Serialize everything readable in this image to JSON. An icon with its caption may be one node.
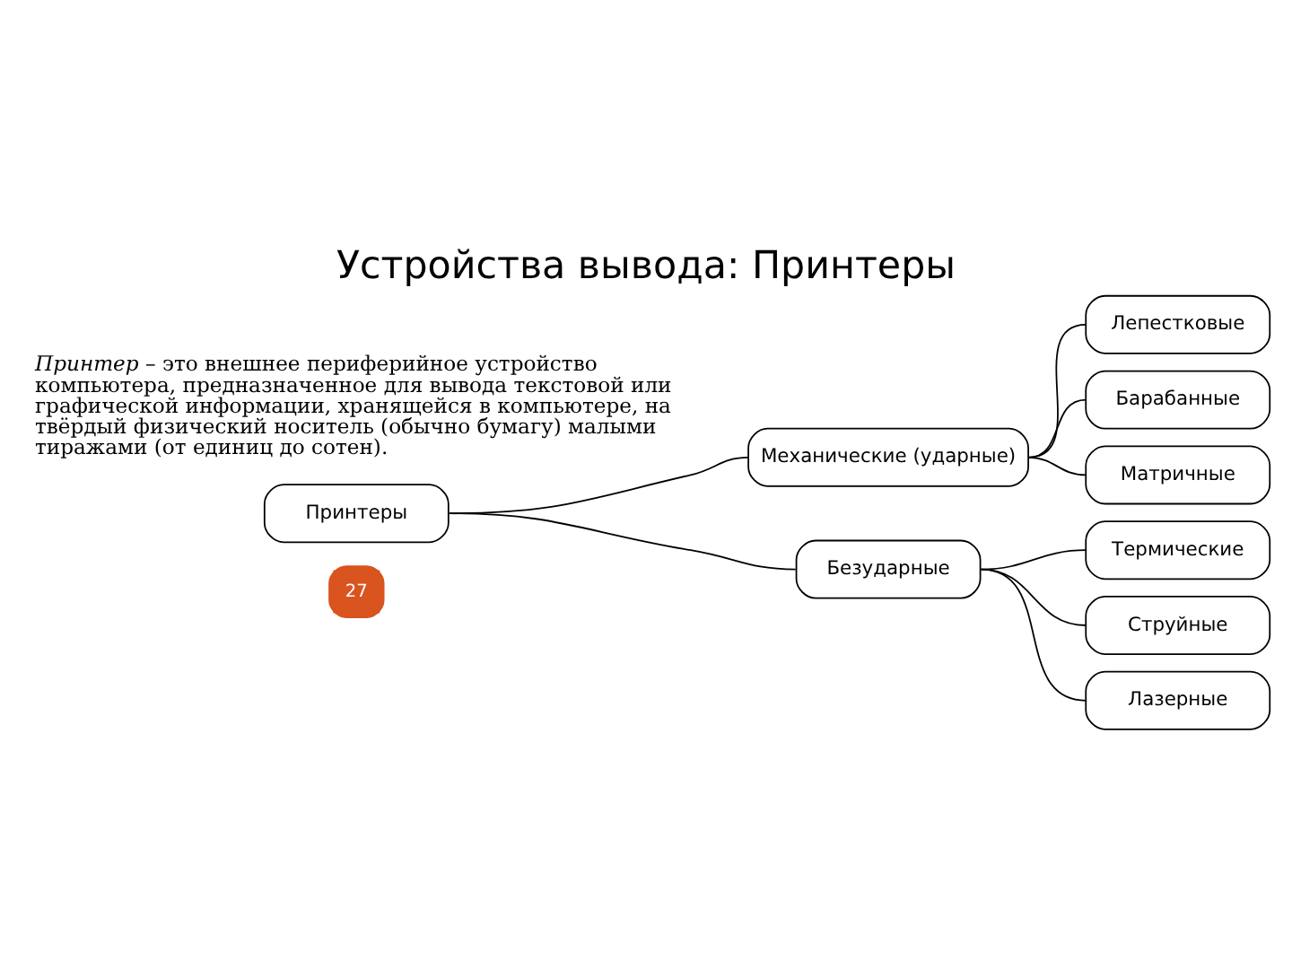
{
  "diagram": {
    "title": "Устройства вывода: Принтеры",
    "nodes": [
      {
        "text": [
          "Принтеры"
        ]
      },
      {
        "text": [
          "Механические (ударные)"
        ]
      },
      {
        "text": [
          "Безударные"
        ]
      },
      {
        "text": [
          "Лепестковые"
        ]
      },
      {
        "text": [
          "Барабанные"
        ]
      },
      {
        "text": [
          "Матричные"
        ]
      },
      {
        "text": [
          "Термические"
        ]
      },
      {
        "text": [
          "Струйные"
        ]
      },
      {
        "text": [
          "Лазерные"
        ]
      }
    ],
    "edges": [
      {
        "from": 0,
        "to": 1,
        "arrow": "none"
      },
      {
        "from": 0,
        "to": 2,
        "arrow": "none"
      },
      {
        "from": 1,
        "to": 3,
        "arrow": "none"
      },
      {
        "from": 1,
        "to": 4,
        "arrow": "none"
      },
      {
        "from": 1,
        "to": 5,
        "arrow": "none"
      },
      {
        "from": 2,
        "to": 6,
        "arrow": "none"
      },
      {
        "from": 2,
        "to": 7,
        "arrow": "none"
      },
      {
        "from": 2,
        "to": 8,
        "arrow": "none"
      }
    ],
    "labels": [
      "*Принтер* – это внешнее периферийное устройство компьютера, предназначенное для вывода текстовой или графической информации, хранящейся в компьютере, на твёрдый физический носитель (обычно бумагу) малыми тиражами (от единиц до сотен).",
      "27"
    ]
  }
}
